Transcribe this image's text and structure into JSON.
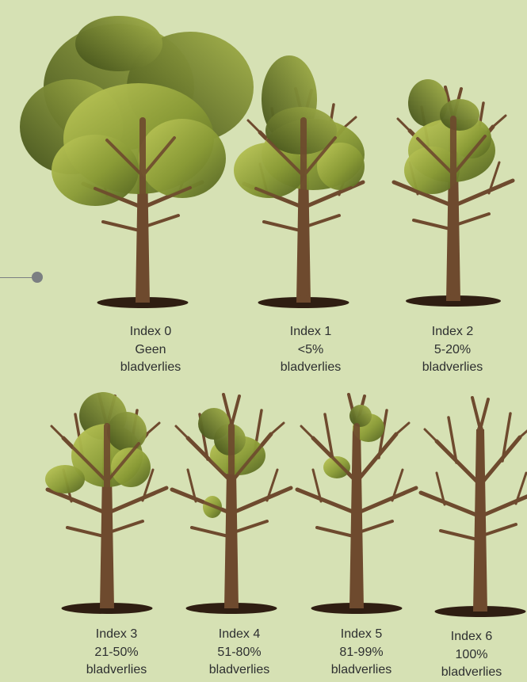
{
  "colors": {
    "background": "#d6e1b4",
    "trunk": "#6e4a2e",
    "soil": "#2f1e12",
    "foliage_light": "#b3c050",
    "foliage_dark": "#5a6a22",
    "connector": "#7b7f82",
    "text": "#2d2f30"
  },
  "icons": [
    "tree-icon",
    "soil-icon",
    "connector-dot-icon"
  ],
  "trees": [
    {
      "id": 0,
      "leaf_loss_percent": 0,
      "lines": [
        "Index 0",
        "Geen",
        "bladverlies"
      ]
    },
    {
      "id": 1,
      "leaf_loss_percent": 5,
      "lines": [
        "Index 1",
        "<5%",
        "bladverlies"
      ]
    },
    {
      "id": 2,
      "leaf_loss_percent": 20,
      "lines": [
        "Index 2",
        "5-20%",
        "bladverlies"
      ]
    },
    {
      "id": 3,
      "leaf_loss_percent": 50,
      "lines": [
        "Index 3",
        "21-50%",
        "bladverlies"
      ]
    },
    {
      "id": 4,
      "leaf_loss_percent": 80,
      "lines": [
        "Index 4",
        "51-80%",
        "bladverlies"
      ]
    },
    {
      "id": 5,
      "leaf_loss_percent": 99,
      "lines": [
        "Index 5",
        "81-99%",
        "bladverlies"
      ]
    },
    {
      "id": 6,
      "leaf_loss_percent": 100,
      "lines": [
        "Index 6",
        "100%",
        "bladverlies"
      ]
    }
  ]
}
